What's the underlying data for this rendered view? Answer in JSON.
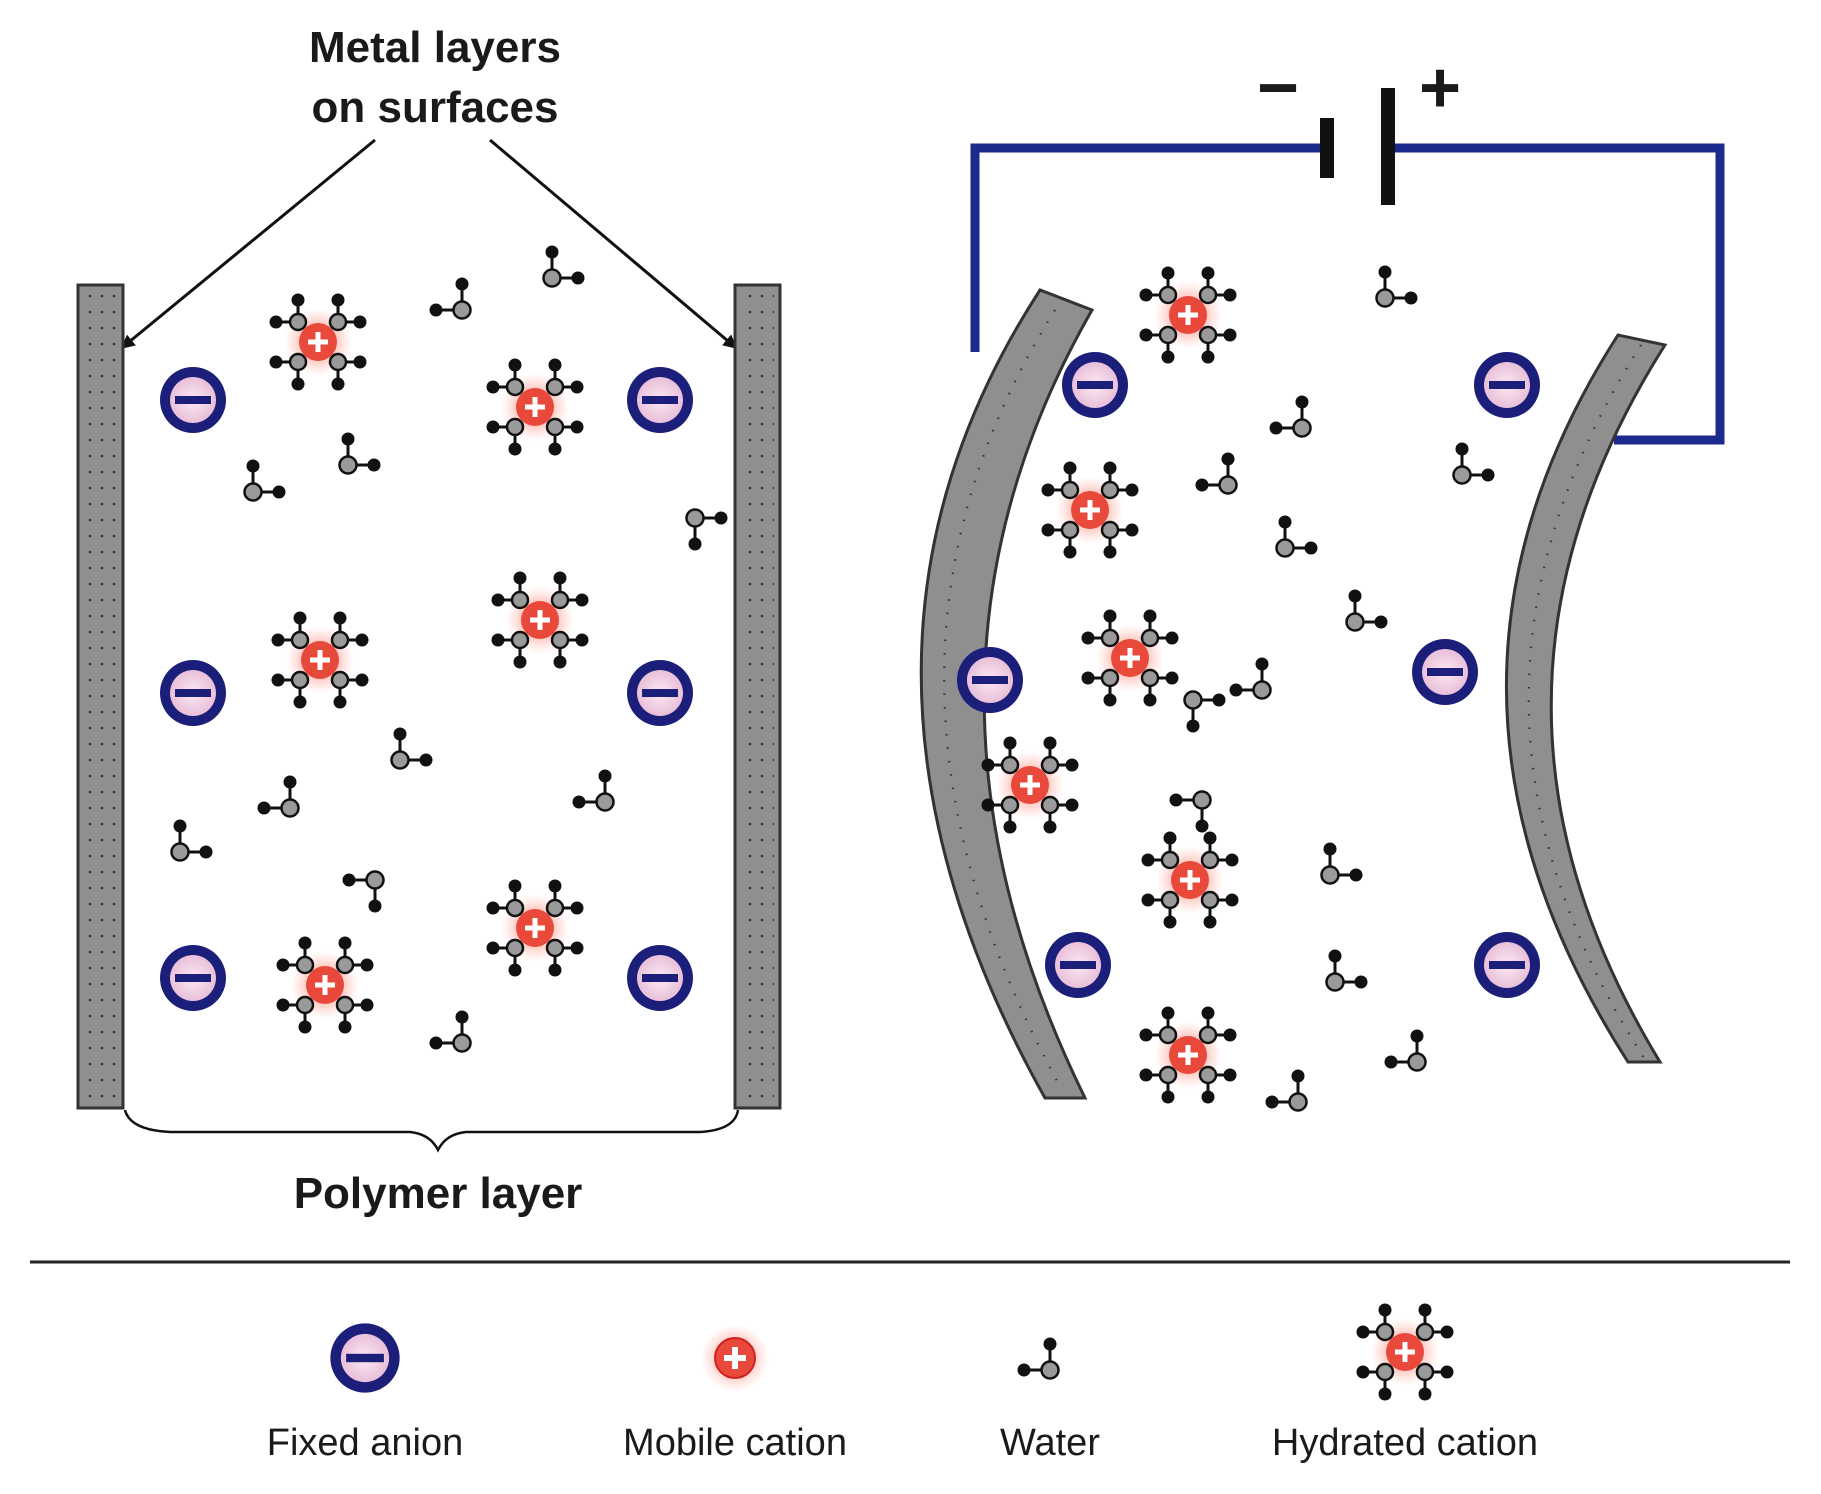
{
  "labels": {
    "metal_line1": "Metal layers",
    "metal_line2": "on surfaces",
    "polymer": "Polymer layer",
    "minus": "−",
    "plus": "+"
  },
  "legend": [
    {
      "key": "fixed-anion",
      "label": "Fixed anion"
    },
    {
      "key": "mobile-cation",
      "label": "Mobile cation"
    },
    {
      "key": "water",
      "label": "Water"
    },
    {
      "key": "hydrated-cation",
      "label": "Hydrated cation"
    }
  ],
  "colors": {
    "anion_ring": "#1b1f7a",
    "anion_fill": "#f1d4e6",
    "cation_fill": "#e8493a",
    "cation_glow": "#ff9a8a",
    "wire": "#1b2a8c",
    "electrode": "#8f8f8f",
    "ink": "#111111"
  }
}
